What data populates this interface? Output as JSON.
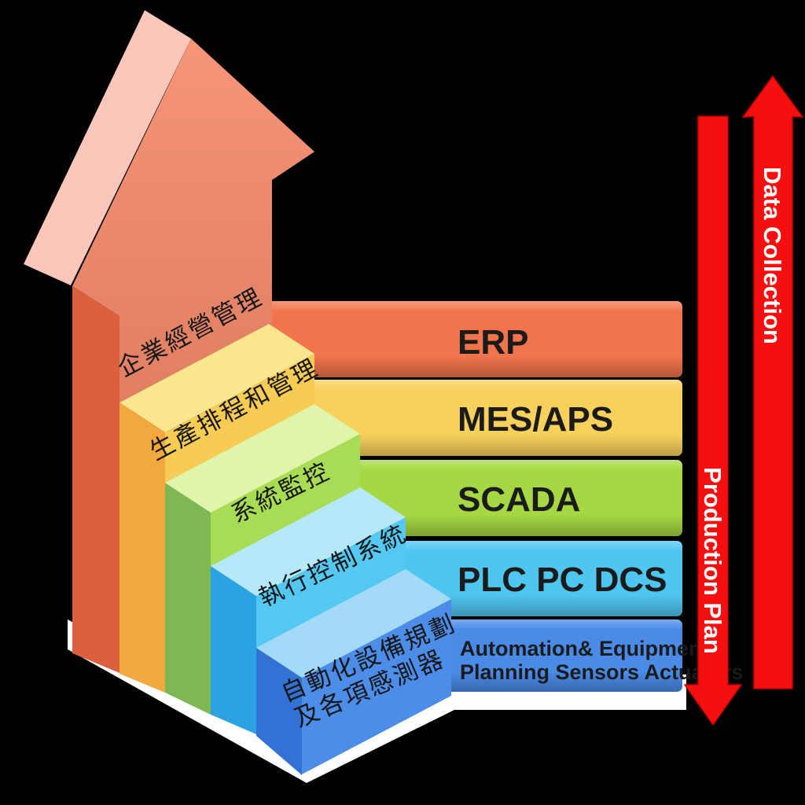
{
  "diagram": {
    "background_color": "#000000",
    "floor_color": "#ffffff",
    "big_arrow": {
      "front_color": "#F58A6A",
      "side_color": "#FBC7BA"
    },
    "levels": [
      {
        "band_label": "ERP",
        "step_label": "企業經營管理",
        "band_color": "#F1744C",
        "front_color": "#F58A6A",
        "side_color": "#DC5F3E"
      },
      {
        "band_label": "MES/APS",
        "step_label": "生產排程和管理",
        "band_color": "#F8D15C",
        "front_color": "#F7CC55",
        "side_color": "#F2A83C",
        "top_color": "#FAE68C"
      },
      {
        "band_label": "SCADA",
        "step_label": "系統監控",
        "band_color": "#A5D843",
        "front_color": "#A9DC55",
        "side_color": "#7EB854",
        "top_color": "#DFF5AC"
      },
      {
        "band_label": "PLC PC DCS",
        "step_label": "執行控制系統",
        "band_color": "#4EC6F0",
        "front_color": "#55C8F2",
        "side_color": "#2BA2E2",
        "top_color": "#B5E9FA"
      },
      {
        "band_label_line1": "Automation& Equipment",
        "band_label_line2": "Planning Sensors Actuators",
        "step_label_line1": "自動化設備規劃",
        "step_label_line2": "及各項感測器",
        "band_color": "#4A8BE8",
        "front_color": "#4C8DE9",
        "side_color": "#3172D4",
        "top_color": "#A3DAF8"
      }
    ],
    "arrow_up": {
      "label": "Data Collection",
      "color": "#F50F0F",
      "outline_color": "#C40000",
      "text_color": "#ffffff"
    },
    "arrow_down": {
      "label": "Production Plan",
      "color": "#F50F0F",
      "outline_color": "#C40000",
      "text_color": "#ffffff"
    }
  }
}
